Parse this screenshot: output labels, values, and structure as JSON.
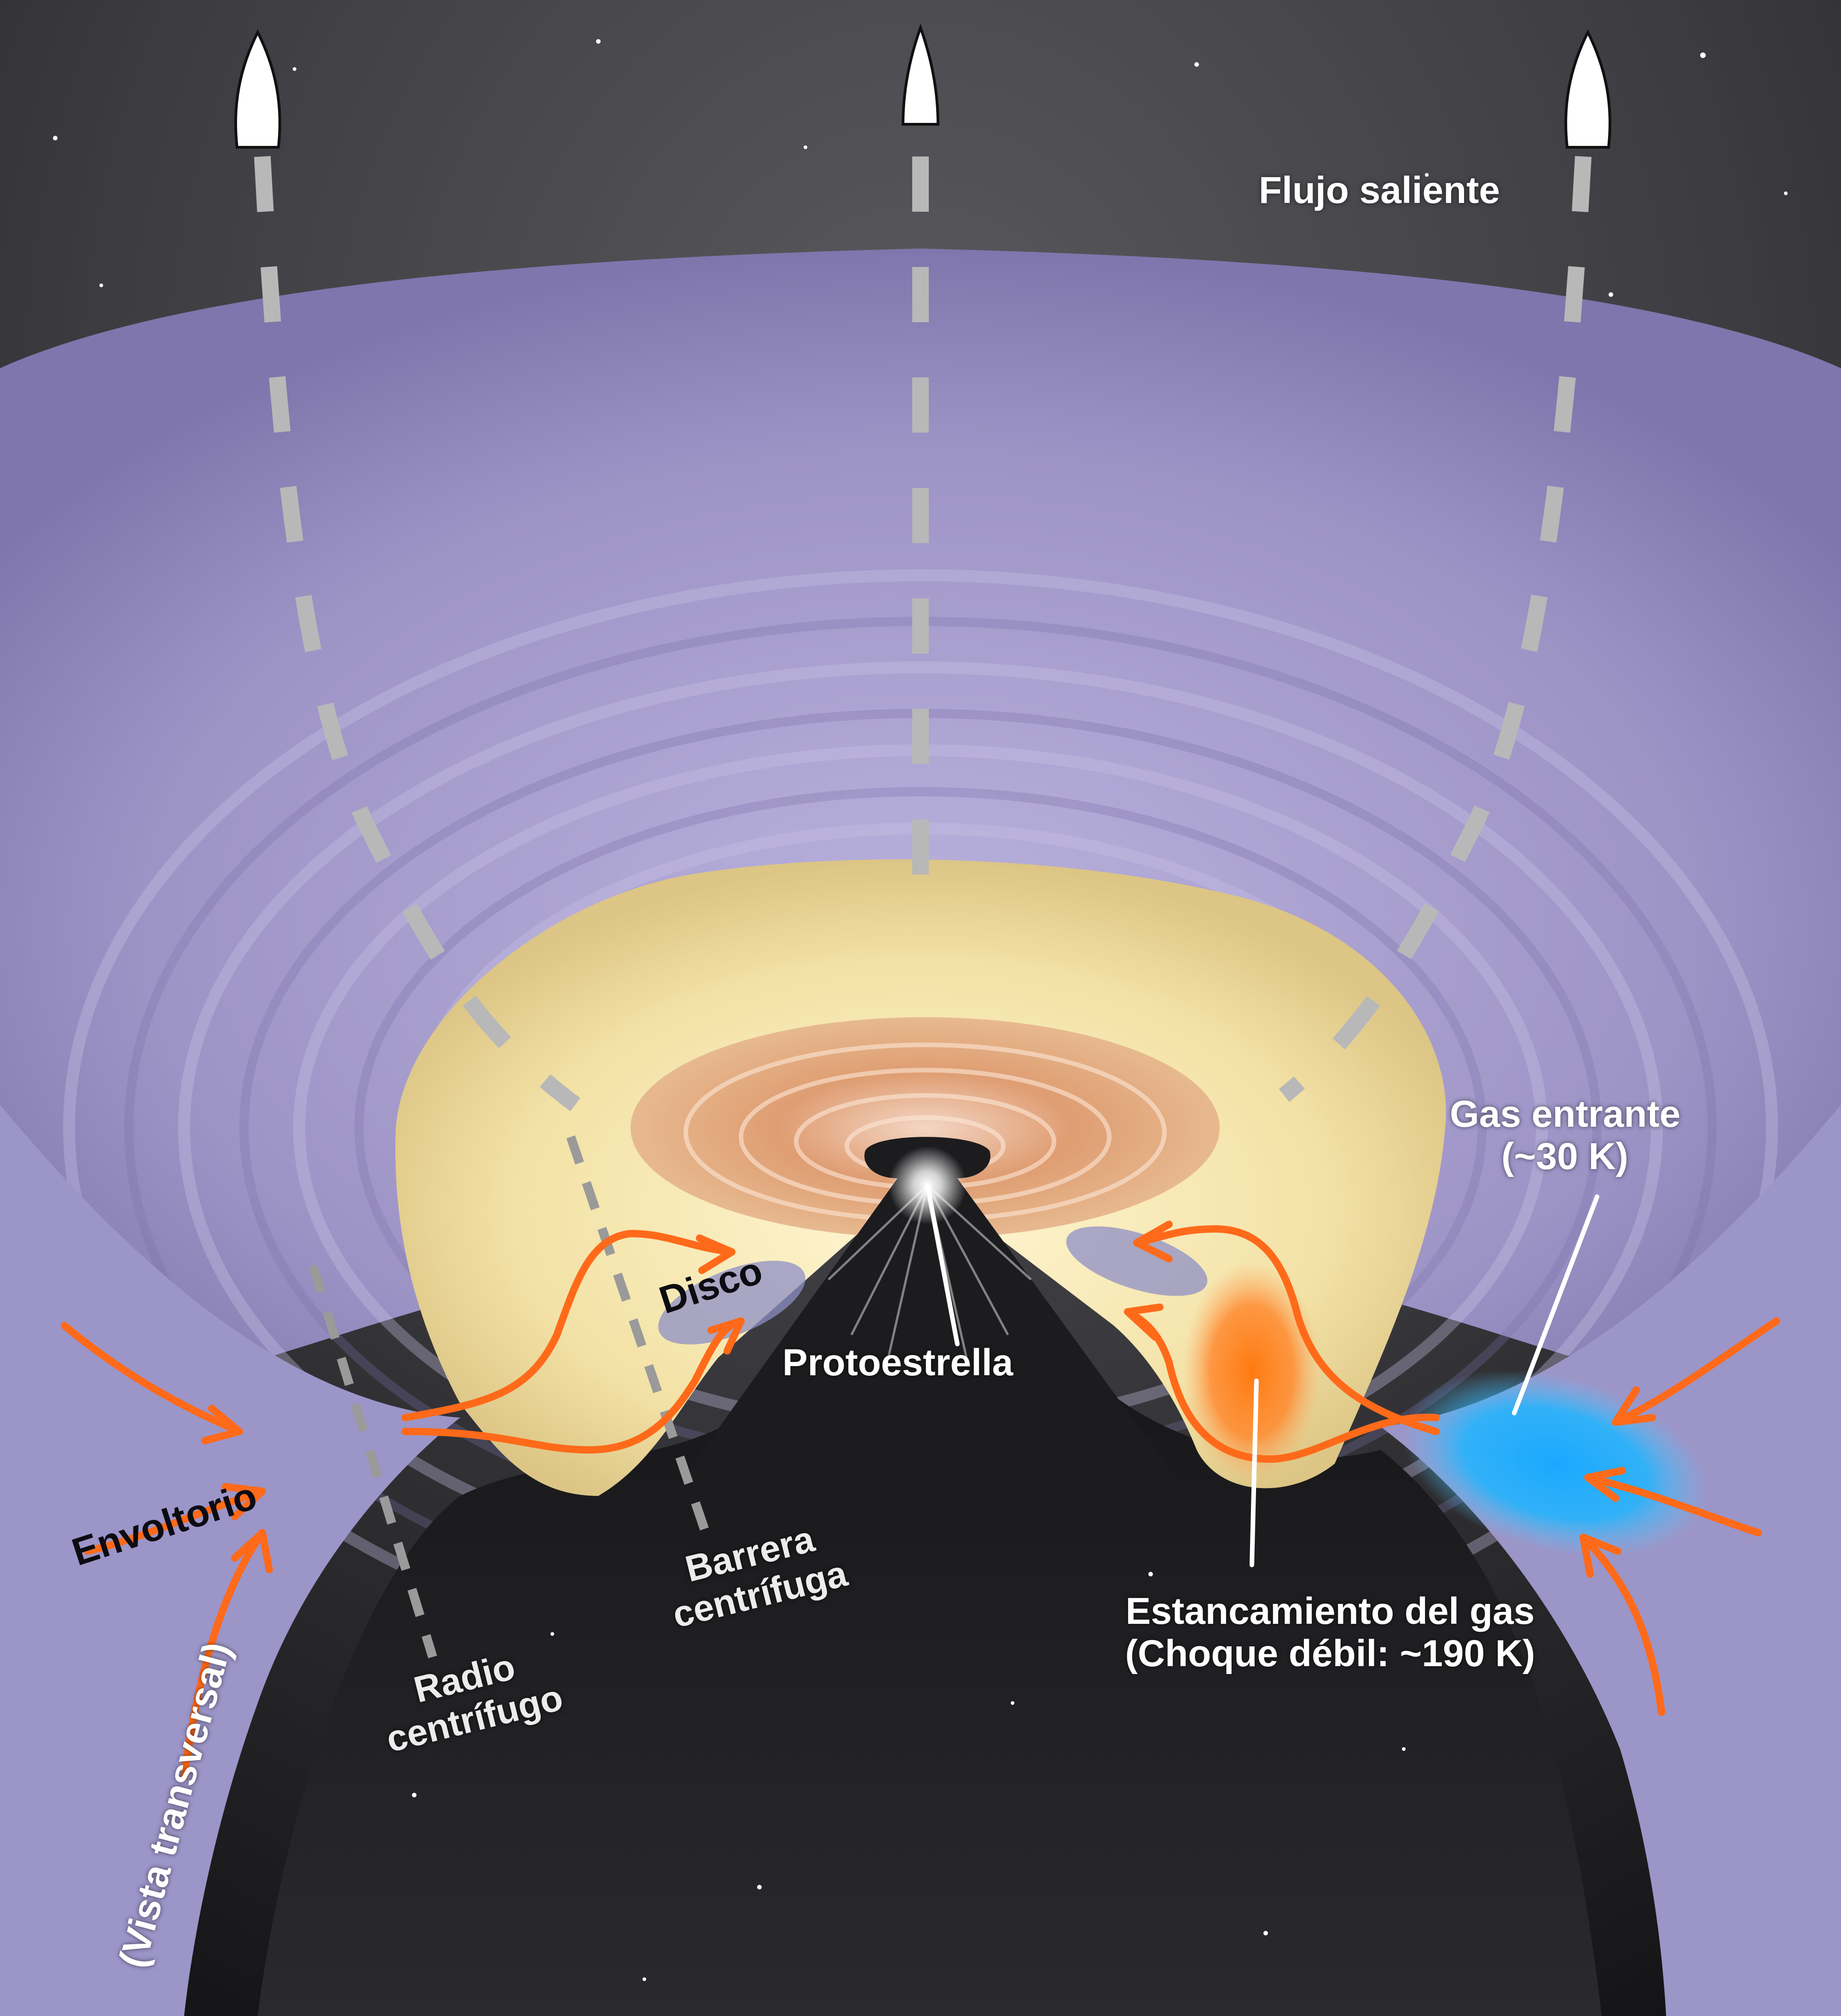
{
  "labels": {
    "outflow": "Flujo saliente",
    "infalling_gas_line1": "Gas entrante",
    "infalling_gas_line2": "(~30 K)",
    "disk": "Disco",
    "protostar": "Protoestrella",
    "envelope": "Envoltorio",
    "cross_section": "(Vista transversal)",
    "centrifugal_radius_line1": "Radio",
    "centrifugal_radius_line2": "centrífugo",
    "centrifugal_barrier_line1": "Barrera",
    "centrifugal_barrier_line2": "centrífuga",
    "gas_stagnation_line1": "Estancamiento del gas",
    "gas_stagnation_line2": "(Choque débil: ~190 K)"
  },
  "colors": {
    "space": "#1a1a1c",
    "envelope": "#9b92c4",
    "disk_halo": "#f2e2a8",
    "inner_disk": "#d99a6a",
    "infall_arrows": "#ff6a1a",
    "cold_gas": "#1ab0ff",
    "shock_region": "#ff7a1e",
    "outflow_lines": "#b4b4b4",
    "label_text": "#ffffff"
  }
}
